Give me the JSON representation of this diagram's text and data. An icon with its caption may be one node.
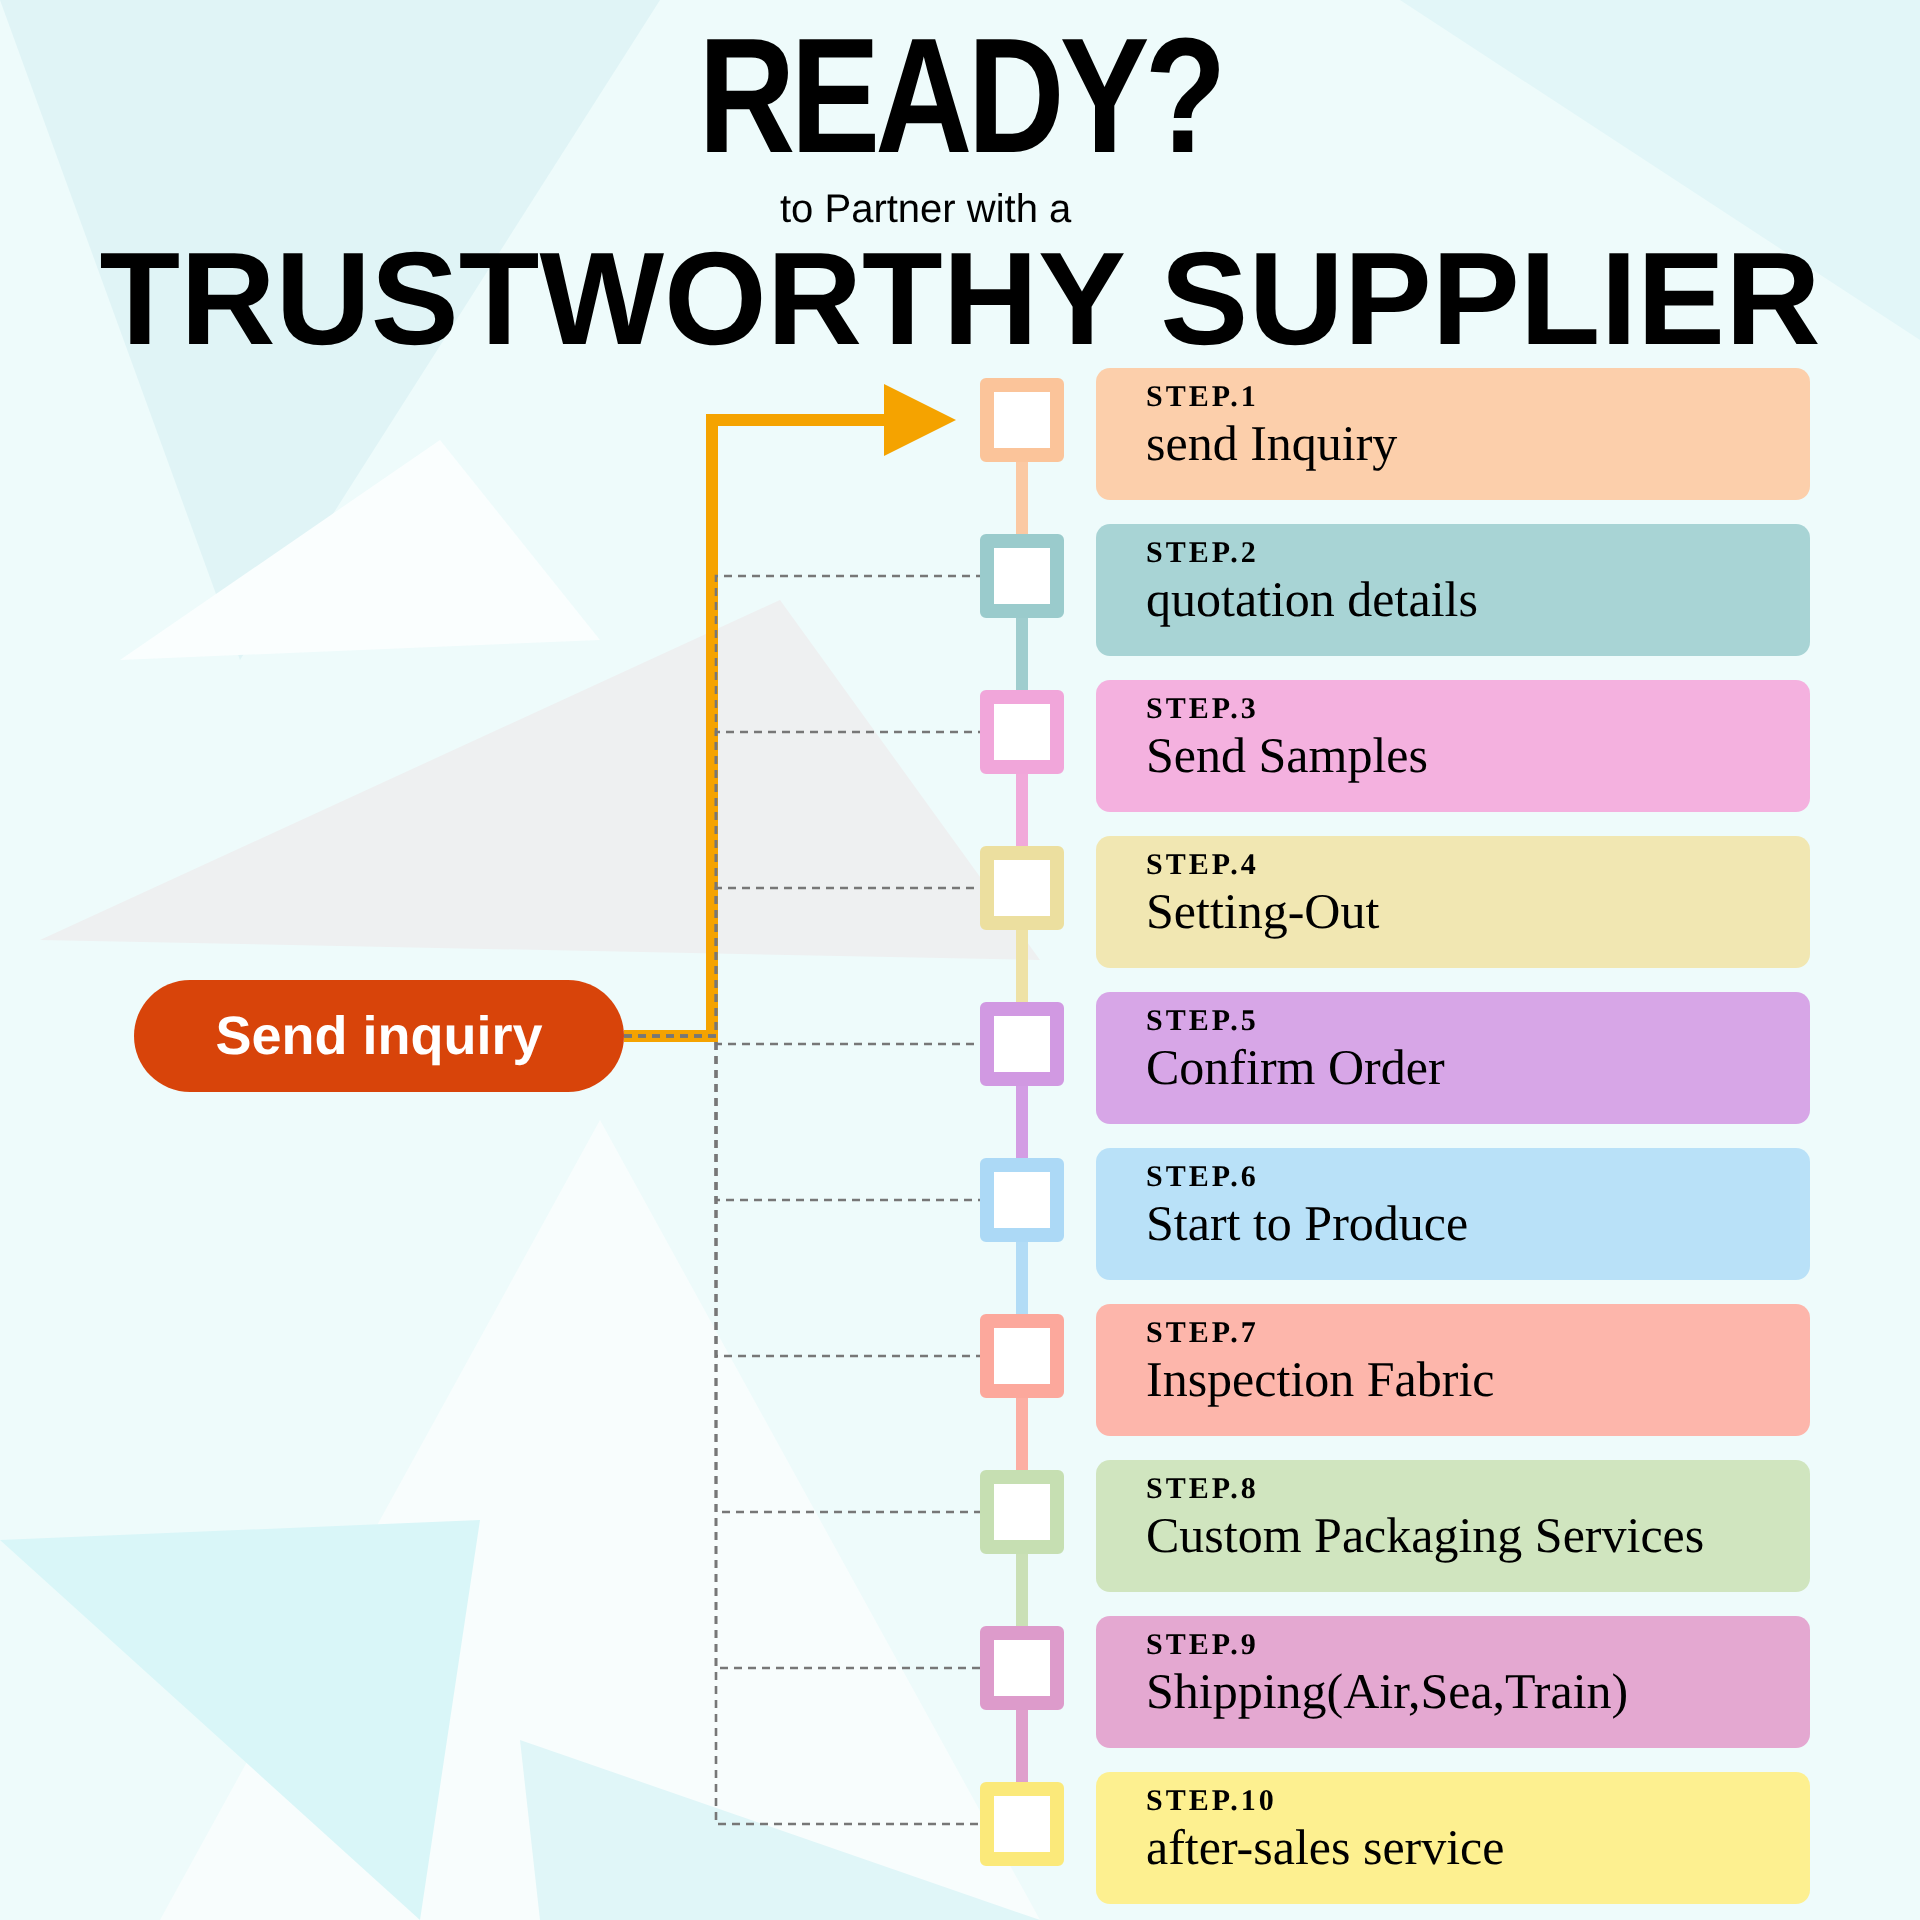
{
  "diagram": {
    "title": "READY?",
    "nodes": [
      {
        "text": [
          "Send inquiry"
        ]
      },
      {
        "text": [],
        "shape": "box"
      },
      {
        "text": [
          "STEP.1",
          "send Inquiry"
        ]
      },
      {
        "text": [],
        "shape": "box"
      },
      {
        "text": [
          "STEP.2",
          "quotation details"
        ]
      },
      {
        "text": [],
        "shape": "box"
      },
      {
        "text": [
          "STEP.3",
          "Send Samples"
        ]
      },
      {
        "text": [],
        "shape": "box"
      },
      {
        "text": [
          "STEP.4",
          "Setting-Out"
        ]
      },
      {
        "text": [],
        "shape": "box"
      },
      {
        "text": [
          "STEP.5",
          "Confirm Order"
        ]
      },
      {
        "text": [],
        "shape": "box"
      },
      {
        "text": [
          "STEP.6",
          "Start to Produce"
        ]
      },
      {
        "text": [],
        "shape": "box"
      },
      {
        "text": [
          "STEP.7",
          "Inspection Fabric"
        ]
      },
      {
        "text": [],
        "shape": "box"
      },
      {
        "text": [
          "STEP.8",
          "Custom Packaging Services"
        ]
      },
      {
        "text": [],
        "shape": "box"
      },
      {
        "text": [
          "STEP.9",
          "Shipping(Air,Sea,Train)"
        ]
      },
      {
        "text": [],
        "shape": "box"
      },
      {
        "text": [
          "STEP.10",
          "after-sales service"
        ]
      }
    ],
    "edges": [
      {
        "from": 0,
        "to": 1,
        "arrow": "to",
        "color": "#f5a300"
      },
      {
        "from": 0,
        "to": 3,
        "arrow": "none",
        "style": "dashed",
        "color": "#777777"
      },
      {
        "from": 0,
        "to": 5,
        "arrow": "none",
        "style": "dashed",
        "color": "#777777"
      },
      {
        "from": 0,
        "to": 7,
        "arrow": "none",
        "style": "dashed",
        "color": "#777777"
      },
      {
        "from": 0,
        "to": 9,
        "arrow": "none",
        "style": "dashed",
        "color": "#777777"
      },
      {
        "from": 0,
        "to": 11,
        "arrow": "none",
        "style": "dashed",
        "color": "#777777"
      },
      {
        "from": 0,
        "to": 13,
        "arrow": "none",
        "style": "dashed",
        "color": "#777777"
      },
      {
        "from": 0,
        "to": 15,
        "arrow": "none",
        "style": "dashed",
        "color": "#777777"
      },
      {
        "from": 0,
        "to": 17,
        "arrow": "none",
        "style": "dashed",
        "color": "#777777"
      },
      {
        "from": 0,
        "to": 19,
        "arrow": "none",
        "style": "dashed",
        "color": "#777777"
      },
      {
        "from": 1,
        "to": 3,
        "arrow": "none",
        "color": "#fbc9a3"
      },
      {
        "from": 3,
        "to": 5,
        "arrow": "none",
        "color": "#9fcdce"
      },
      {
        "from": 5,
        "to": 7,
        "arrow": "none",
        "color": "#f1a9da"
      },
      {
        "from": 7,
        "to": 9,
        "arrow": "none",
        "color": "#eee2a6"
      },
      {
        "from": 9,
        "to": 11,
        "arrow": "none",
        "color": "#d39de4"
      },
      {
        "from": 11,
        "to": 13,
        "arrow": "none",
        "color": "#b2dcf6"
      },
      {
        "from": 13,
        "to": 15,
        "arrow": "none",
        "color": "#fcaea3"
      },
      {
        "from": 15,
        "to": 17,
        "arrow": "none",
        "color": "#cae0b6"
      },
      {
        "from": 17,
        "to": 19,
        "arrow": "none",
        "color": "#df9fcc"
      }
    ],
    "labels": [
      "to Partner with a",
      "TRUSTWORTHY SUPPLIER"
    ]
  }
}
